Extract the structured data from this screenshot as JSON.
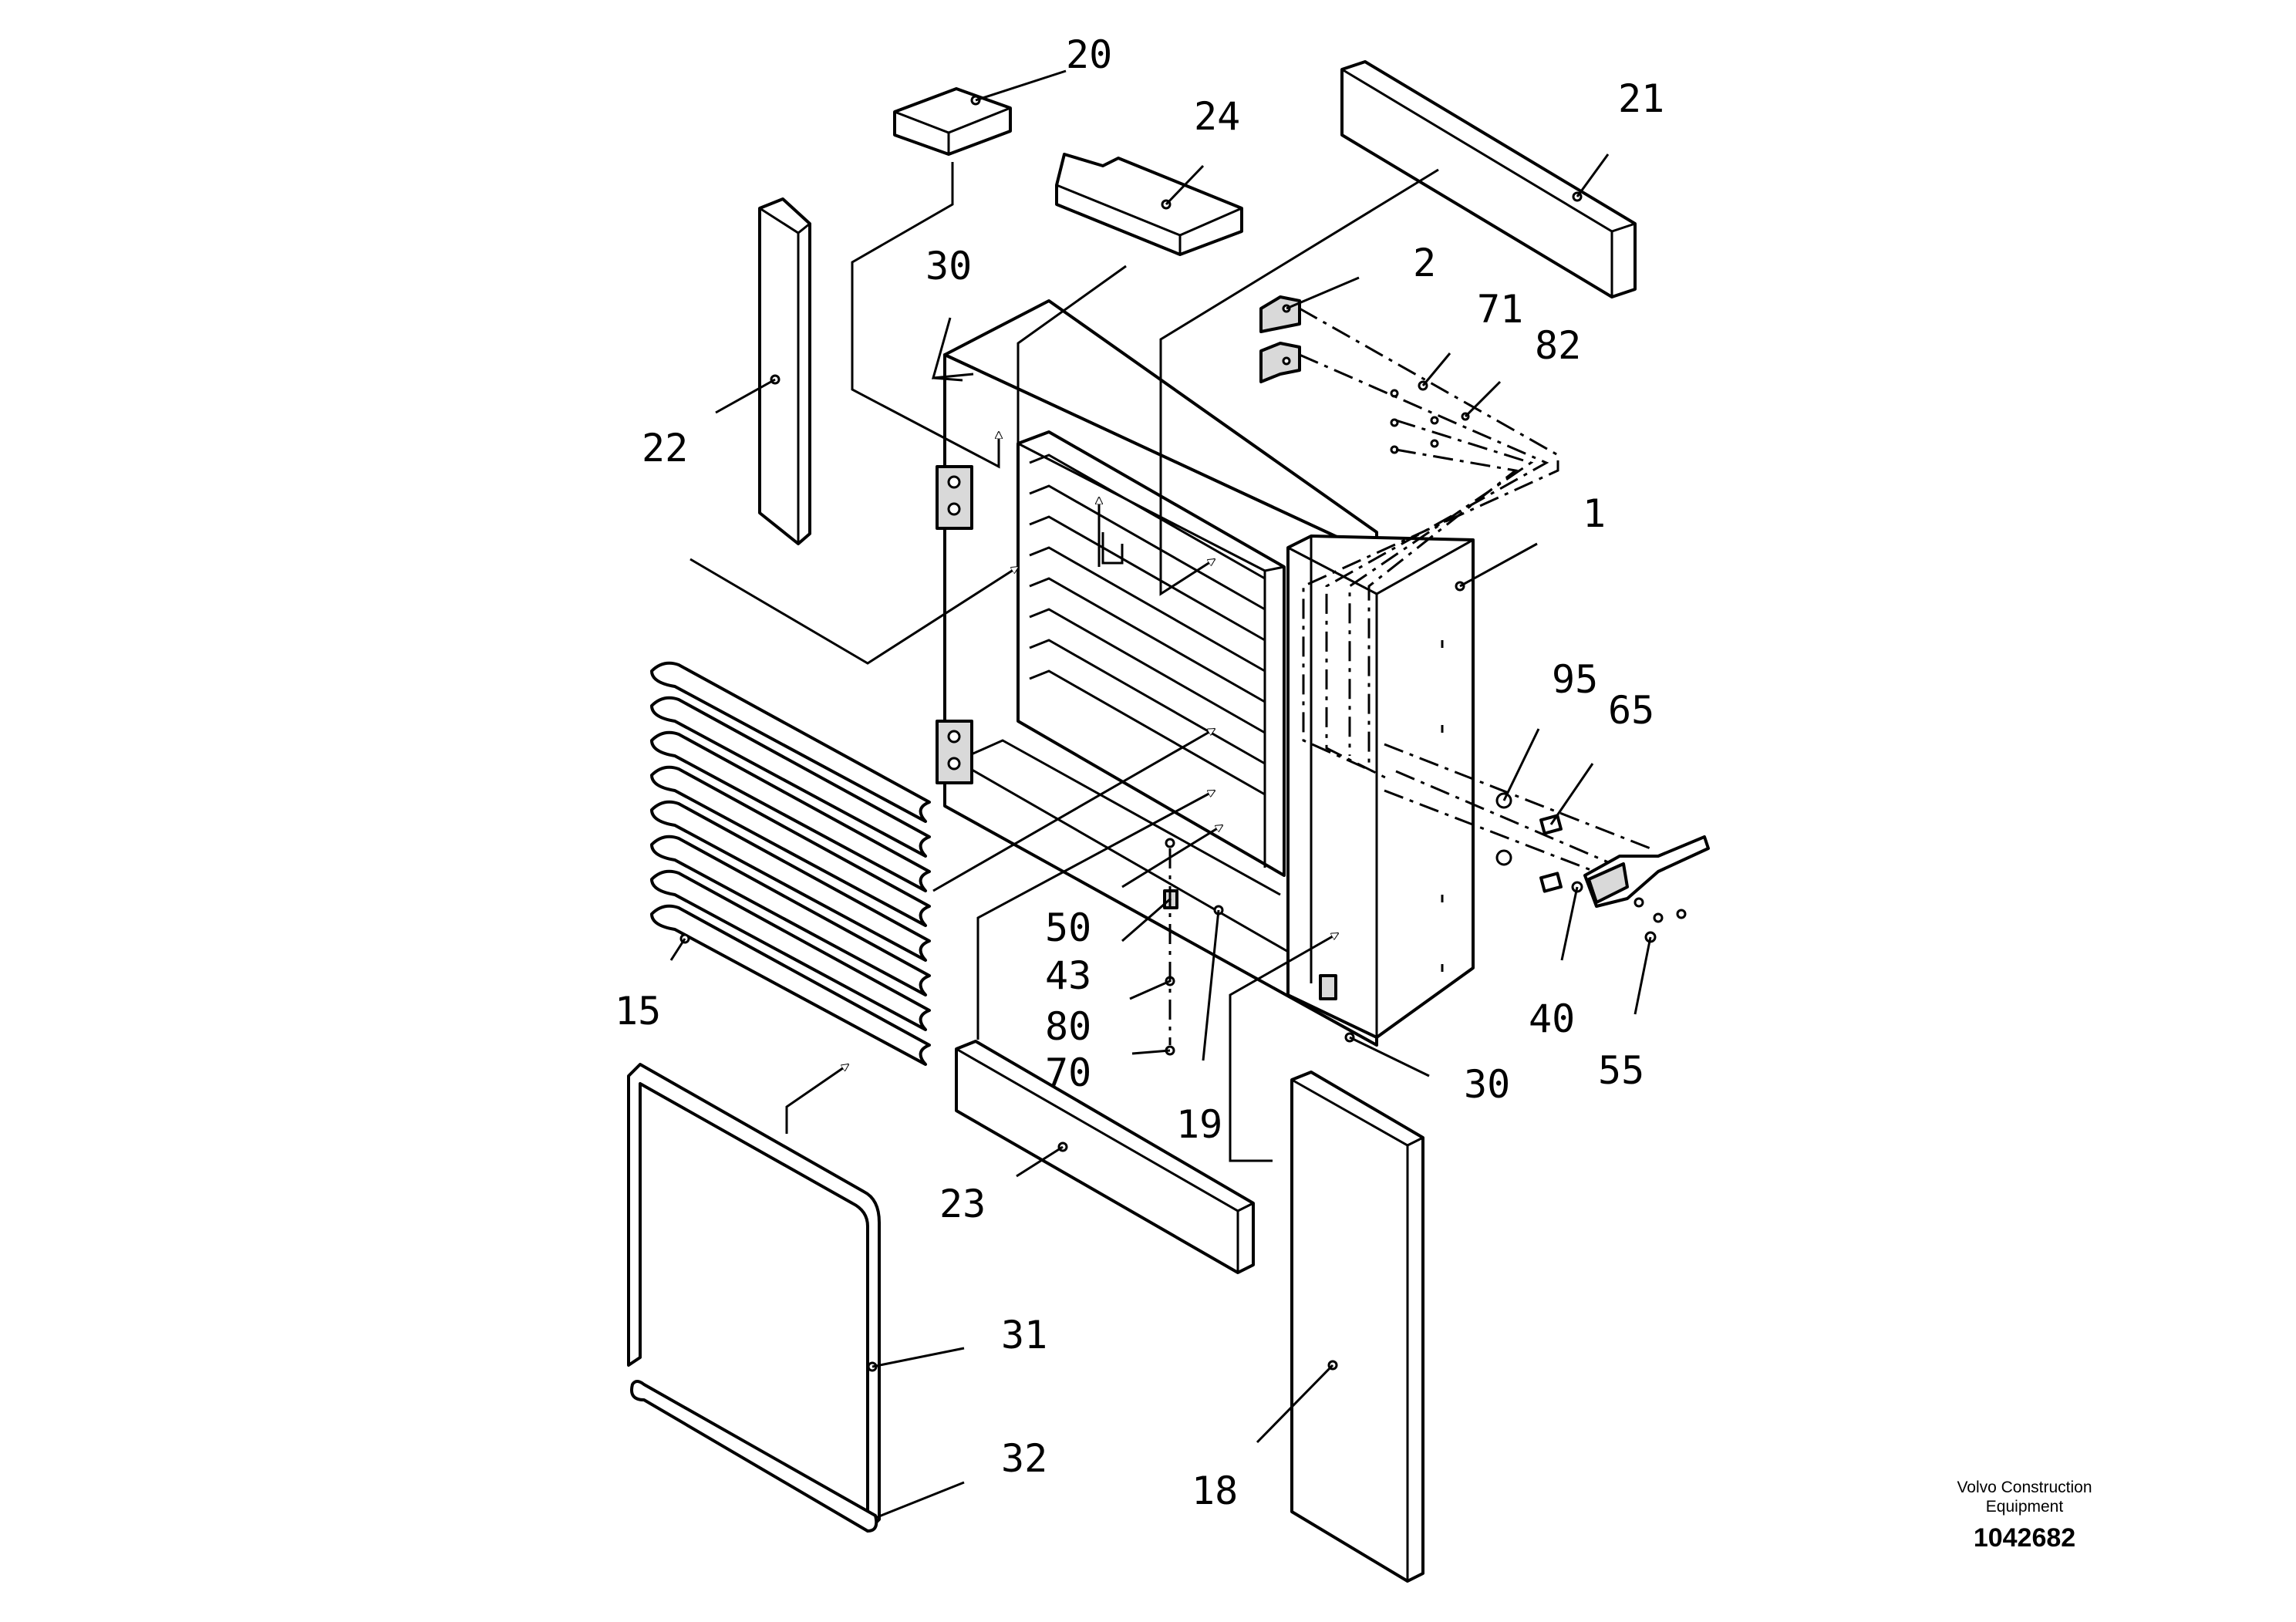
{
  "callouts": [
    "20",
    "24",
    "21",
    "30",
    "2",
    "71",
    "82",
    "22",
    "1",
    "95",
    "65",
    "15",
    "50",
    "43",
    "80",
    "70",
    "40",
    "55",
    "30",
    "19",
    "23",
    "31",
    "32",
    "18"
  ],
  "brand": {
    "line1": "Volvo Construction",
    "line2": "Equipment",
    "doc_number": "1042682"
  }
}
